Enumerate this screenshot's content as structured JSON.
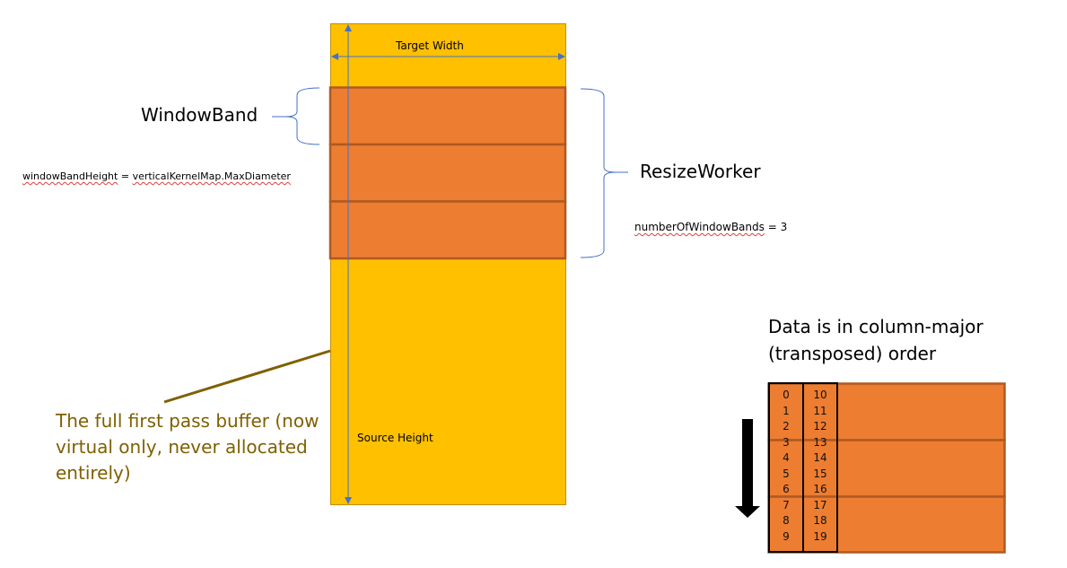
{
  "diagram": {
    "title_labels": {
      "target_width": "Target Width",
      "source_height": "Source Height",
      "window_band": "WindowBand",
      "window_band_height_prefix": "windowBandHeight",
      "window_band_height_eq": " = ",
      "window_band_height_value": "verticalKernelMap.MaxDiameter",
      "resize_worker": "ResizeWorker",
      "num_bands_prefix": "numberOfWindowBands",
      "num_bands_eq": " = 3",
      "full_buffer_note": "The full first pass buffer (now virtual only, never allocated entirely)",
      "column_major_note": "Data is in column-major (transposed) order"
    },
    "number_of_window_bands": 3,
    "column_major_table": {
      "columns": [
        [
          "0",
          "1",
          "2",
          "3",
          "4",
          "5",
          "6",
          "7",
          "8",
          "9"
        ],
        [
          "10",
          "11",
          "12",
          "13",
          "14",
          "15",
          "16",
          "17",
          "18",
          "19"
        ]
      ]
    },
    "colors": {
      "buffer_fill": "#ffc000",
      "buffer_border": "#bf9000",
      "band_fill": "#ed7d31",
      "band_border": "#ae5a21",
      "arrow_blue": "#4472c4",
      "leader_line": "#7f6000",
      "note_text": "#7f6000",
      "black": "#000000"
    }
  }
}
